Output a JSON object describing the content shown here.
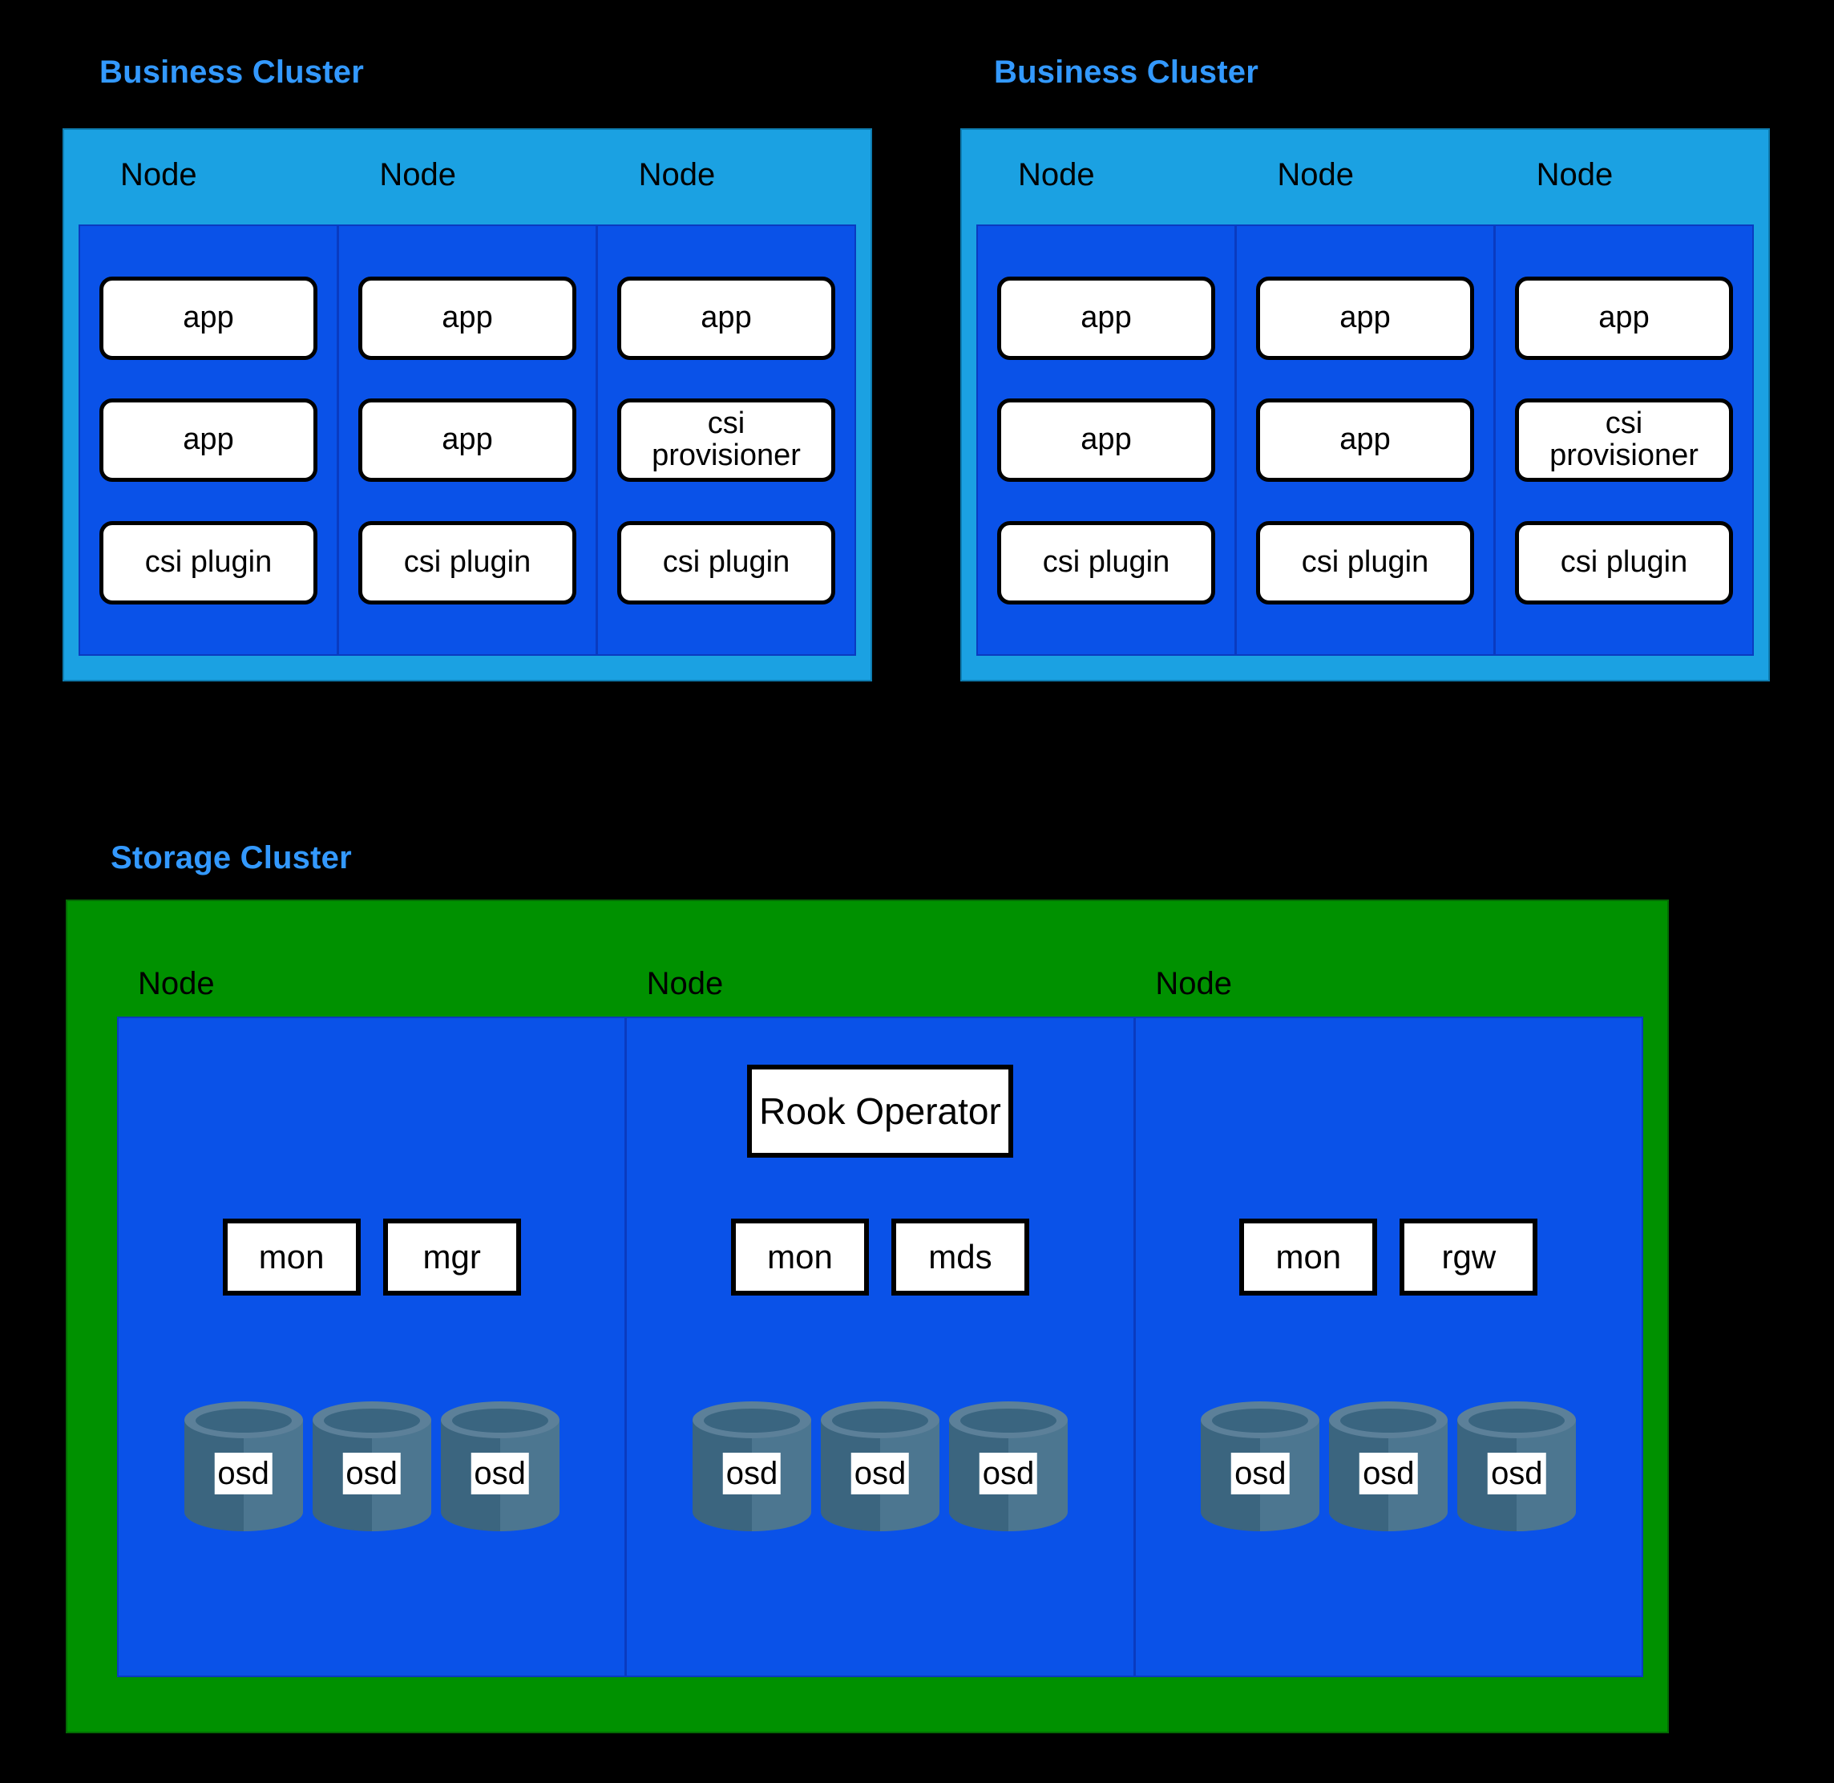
{
  "diagram": {
    "background_color": "#000000",
    "title_color": "#3399FF",
    "business_cluster_color": "#1BA1E2",
    "node_panel_color": "#0A52E8",
    "storage_cluster_color": "#009100",
    "osd_body_color": "#3B657F",
    "osd_rim_color": "#5C8099"
  },
  "business_clusters": [
    {
      "title": "Business Cluster",
      "nodes": [
        {
          "label": "Node",
          "pods": [
            "app",
            "app",
            "csi plugin"
          ]
        },
        {
          "label": "Node",
          "pods": [
            "app",
            "app",
            "csi plugin"
          ]
        },
        {
          "label": "Node",
          "pods": [
            "app",
            "csi\nprovisioner",
            "csi plugin"
          ]
        }
      ]
    },
    {
      "title": "Business Cluster",
      "nodes": [
        {
          "label": "Node",
          "pods": [
            "app",
            "app",
            "csi plugin"
          ]
        },
        {
          "label": "Node",
          "pods": [
            "app",
            "app",
            "csi plugin"
          ]
        },
        {
          "label": "Node",
          "pods": [
            "app",
            "csi\nprovisioner",
            "csi plugin"
          ]
        }
      ]
    }
  ],
  "storage_cluster": {
    "title": "Storage Cluster",
    "nodes": [
      {
        "label": "Node",
        "operator": null,
        "daemons": [
          "mon",
          "mgr"
        ],
        "osds": [
          "osd",
          "osd",
          "osd"
        ]
      },
      {
        "label": "Node",
        "operator": "Rook Operator",
        "daemons": [
          "mon",
          "mds"
        ],
        "osds": [
          "osd",
          "osd",
          "osd"
        ]
      },
      {
        "label": "Node",
        "operator": null,
        "daemons": [
          "mon",
          "rgw"
        ],
        "osds": [
          "osd",
          "osd",
          "osd"
        ]
      }
    ]
  }
}
